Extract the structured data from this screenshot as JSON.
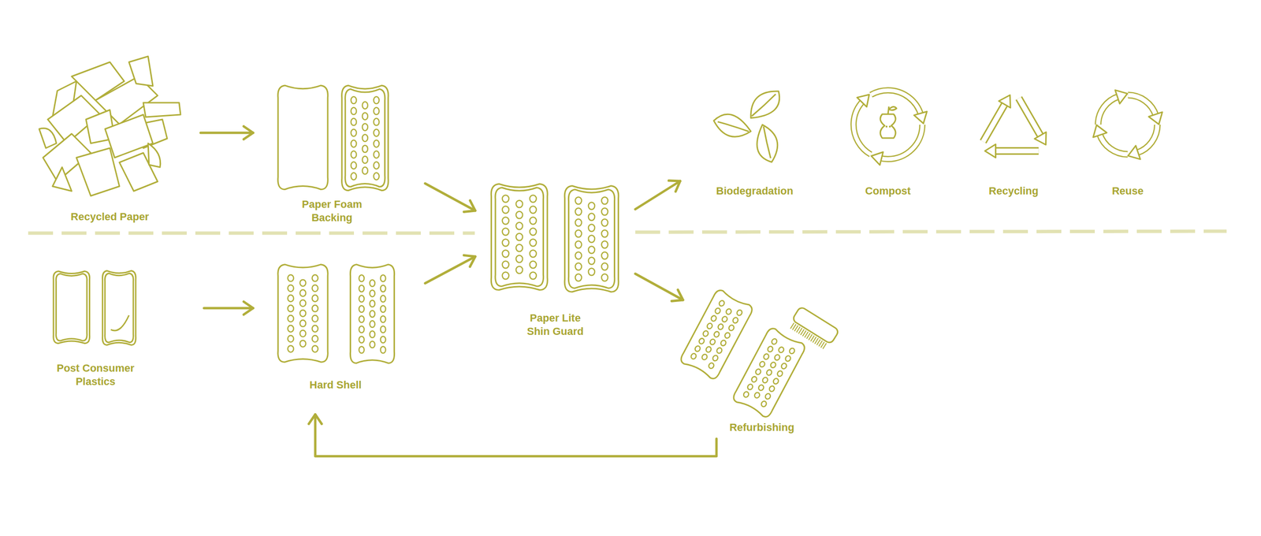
{
  "diagram": {
    "nodes": [
      {
        "text": [
          "Recycled Paper"
        ]
      },
      {
        "text": [
          "Paper Foam Backing"
        ]
      },
      {
        "text": [
          "Paper Lite Shin Guard"
        ]
      },
      {
        "text": [
          "Biodegradation"
        ]
      },
      {
        "text": [
          "Compost"
        ]
      },
      {
        "text": [
          "Recycling"
        ]
      },
      {
        "text": [
          "Reuse"
        ]
      },
      {
        "text": [
          "Post Consumer Plastics"
        ]
      },
      {
        "text": [
          "Hard Shell"
        ]
      },
      {
        "text": [
          "Refurbishing"
        ]
      }
    ],
    "edges": [
      {
        "from": 0,
        "to": 1,
        "arrow": "to"
      },
      {
        "from": 7,
        "to": 8,
        "arrow": "to"
      },
      {
        "from": 1,
        "to": 2,
        "arrow": "to"
      },
      {
        "from": 8,
        "to": 2,
        "arrow": "to"
      },
      {
        "from": 2,
        "to": 3,
        "arrow": "to"
      },
      {
        "from": 2,
        "to": 9,
        "arrow": "to"
      },
      {
        "from": 9,
        "to": 8,
        "arrow": "to"
      }
    ]
  }
}
